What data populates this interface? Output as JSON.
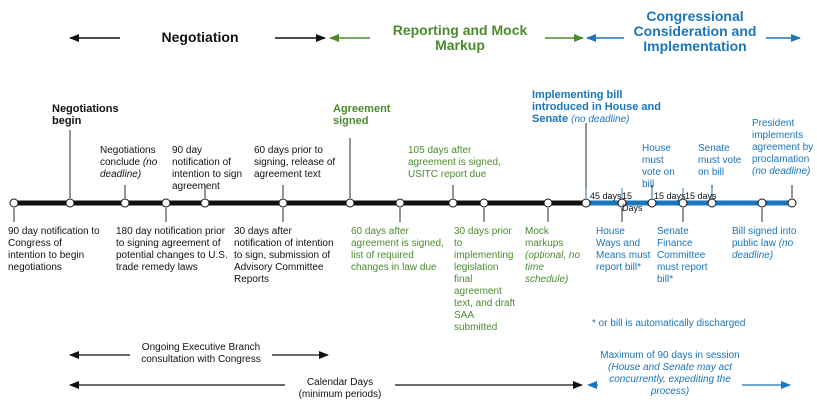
{
  "phases": {
    "negotiation": "Negotiation",
    "reporting": "Reporting and Mock Markup",
    "congress": "Congressional Consideration and Implementation"
  },
  "above": {
    "negotiations_begin": "Negotiations begin",
    "negotiations_conclude": "Negotiations conclude",
    "negotiations_conclude_note": "(no deadline)",
    "ninety_notification": "90 day notification of intention to sign agreement",
    "sixty_prior": "60 days prior to signing, release of agreement text",
    "agreement_signed": "Agreement signed",
    "usitc_report": "105 days after agreement is signed, USITC report due",
    "implementing_bill": "Implementing bill introduced in House and Senate",
    "implementing_bill_note": "(no deadline)",
    "house_vote": "House must vote on bill",
    "senate_vote": "Senate must vote on bill",
    "president": "President implements agreement by proclamation",
    "president_note": "(no deadline)"
  },
  "durations": {
    "d45": "45 days",
    "d15a": "15 Days",
    "d15b": "15 days",
    "d15c": "15 days"
  },
  "below": {
    "ninety_congress": "90 day notification to Congress of intention to begin negotiations",
    "one_eighty": "180 day notification prior to signing agreement of potential changes to U.S. trade remedy laws",
    "thirty_after": "30 days after notification of intention to sign, submission of Advisory Committee Reports",
    "sixty_after": "60 days after agreement is signed, list of required changes in law due",
    "thirty_prior": "30 days prior to implementing legislation final agreement text, and draft SAA submitted",
    "mock_markups": "Mock markups",
    "mock_markups_note": "(optional, no time schedule)",
    "house_ways": "House Ways and Means must report bill*",
    "senate_finance": "Senate Finance Committee must report bill*",
    "bill_signed": "Bill signed into public law",
    "bill_signed_note": "(no deadline)"
  },
  "footnote": "* or bill is automatically discharged",
  "bottom": {
    "executive": "Ongoing Executive Branch consultation with Congress",
    "calendar": "Calendar Days (minimum periods)",
    "max_days": "Maximum of 90 days in session",
    "max_days_note": "(House and Senate may act concurrently, expediting the process)"
  },
  "colors": {
    "black": "#111111",
    "green": "#4b8b2e",
    "blue": "#1a75bb"
  }
}
